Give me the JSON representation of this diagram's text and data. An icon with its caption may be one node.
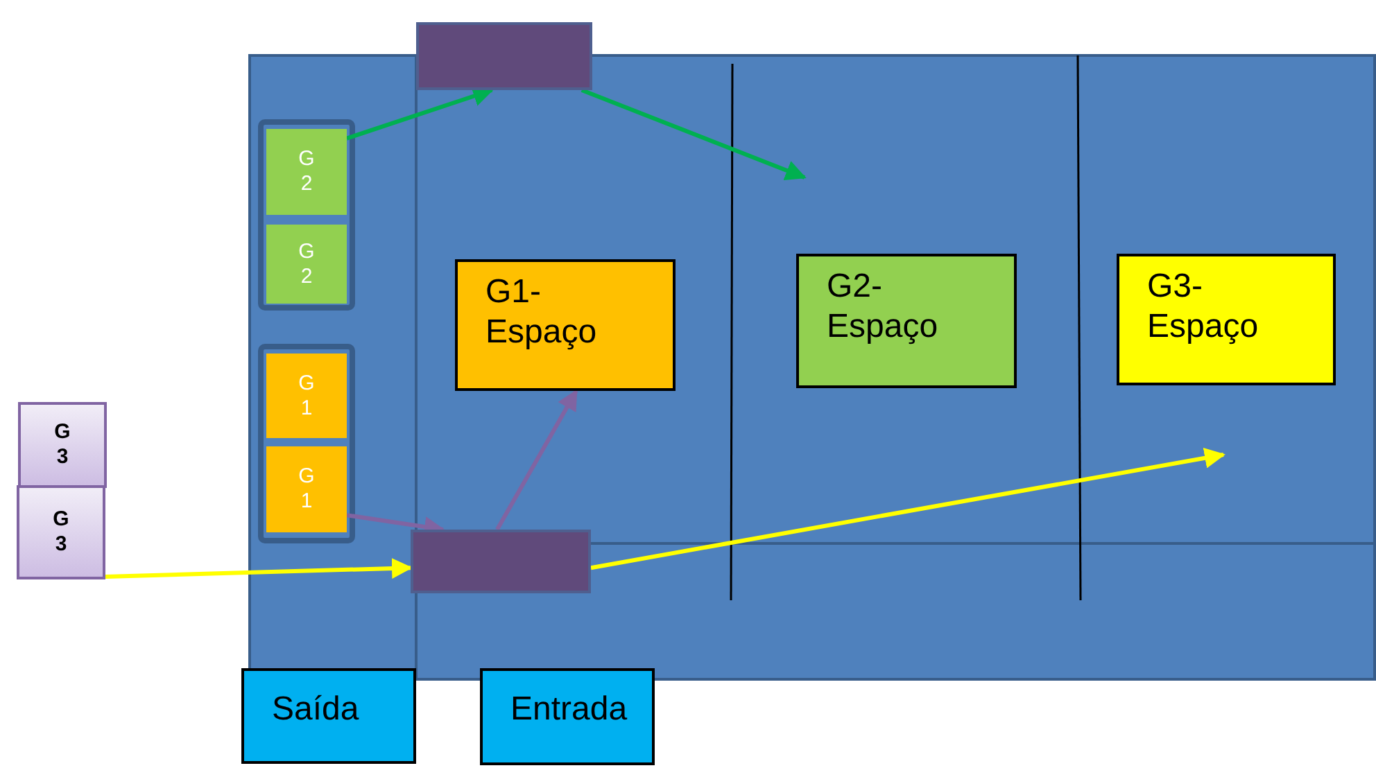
{
  "diagram": {
    "nodes": [
      {
        "text": [],
        "shape": "bar"
      },
      {
        "text": [
          "G 2"
        ]
      },
      {
        "text": [
          "G 2"
        ]
      },
      {
        "text": [
          "G 1"
        ]
      },
      {
        "text": [
          "G 1"
        ]
      },
      {
        "text": [
          "G 3"
        ]
      },
      {
        "text": [
          "G 3"
        ]
      },
      {
        "text": [],
        "shape": "bar"
      },
      {
        "text": [
          "G1- Espaço"
        ]
      },
      {
        "text": [
          "G2- Espaço"
        ]
      },
      {
        "text": [
          "G3- Espaço"
        ]
      },
      {
        "text": [
          "Saída"
        ]
      },
      {
        "text": [
          "Entrada"
        ]
      }
    ],
    "edges": [
      {
        "from": 1,
        "to": 0,
        "arrow": "to",
        "color": "#00b050"
      },
      {
        "from": 0,
        "to": null,
        "arrow": "to",
        "color": "#00b050"
      },
      {
        "from": 4,
        "to": 7,
        "arrow": "to",
        "color": "#8064a2"
      },
      {
        "from": 7,
        "to": 8,
        "arrow": "to",
        "color": "#8064a2"
      },
      {
        "from": 6,
        "to": 7,
        "arrow": "to",
        "color": "#ffff00"
      },
      {
        "from": 7,
        "to": null,
        "arrow": "to",
        "color": "#ffff00"
      }
    ]
  }
}
